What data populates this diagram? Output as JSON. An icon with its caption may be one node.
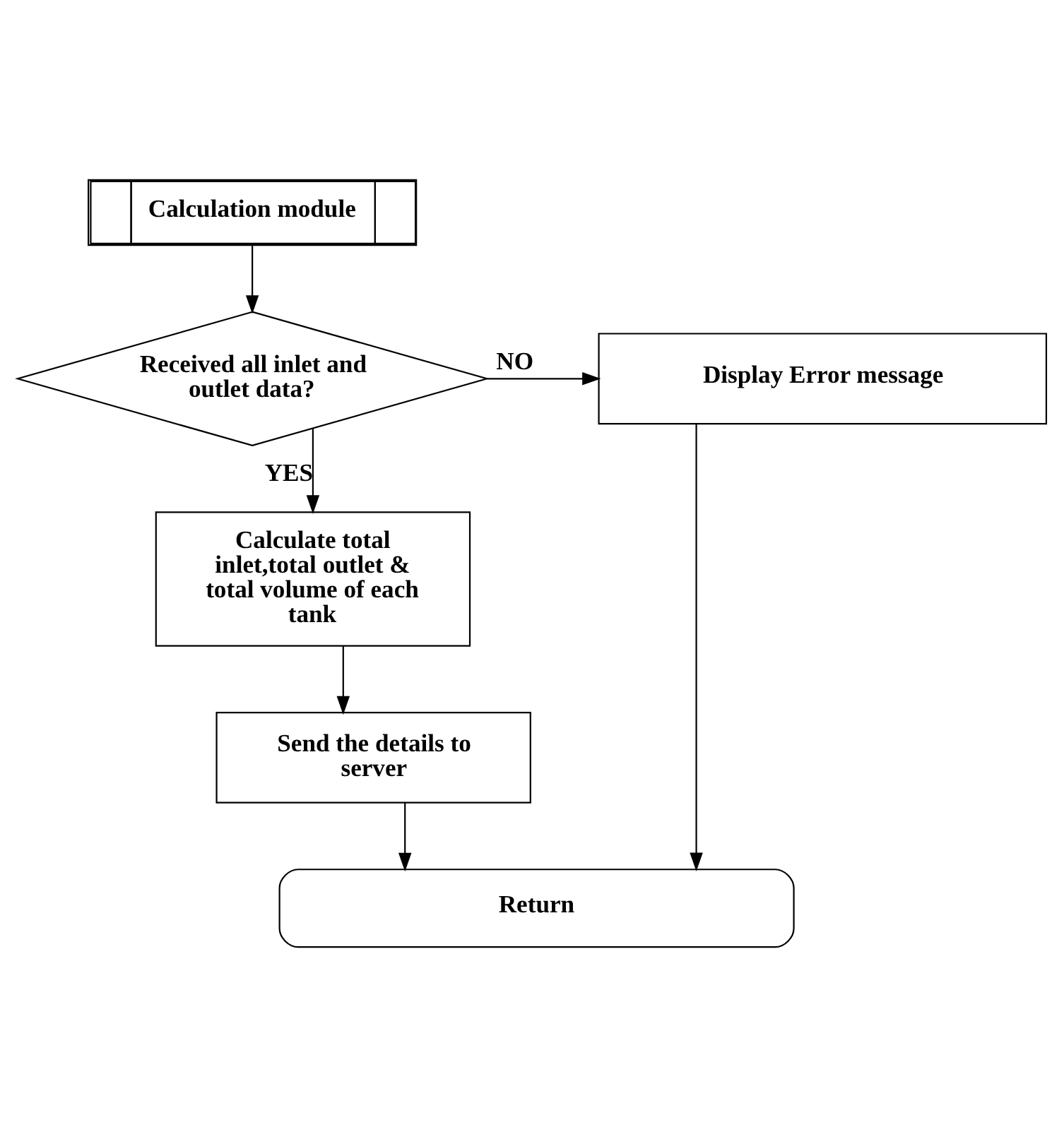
{
  "diagram": {
    "nodes": [
      {
        "text": [
          "Calculation module"
        ]
      },
      {
        "text": [
          "Received all inlet and outlet data?"
        ]
      },
      {
        "text": [
          "Display Error message"
        ]
      },
      {
        "text": [
          "Calculate total inlet,total outlet & total volume of each tank"
        ]
      },
      {
        "text": [
          "Send the details to server"
        ]
      },
      {
        "text": [
          "Return"
        ]
      }
    ],
    "edges": [
      {
        "from": 0,
        "to": 1,
        "arrow": "to"
      },
      {
        "from": 1,
        "to": 2,
        "arrow": "to",
        "label": "NO"
      },
      {
        "from": 1,
        "to": 3,
        "arrow": "to",
        "label": "YES"
      },
      {
        "from": 3,
        "to": 4,
        "arrow": "to"
      },
      {
        "from": 4,
        "to": 5,
        "arrow": "to"
      },
      {
        "from": 2,
        "to": 5,
        "arrow": "to"
      }
    ]
  }
}
